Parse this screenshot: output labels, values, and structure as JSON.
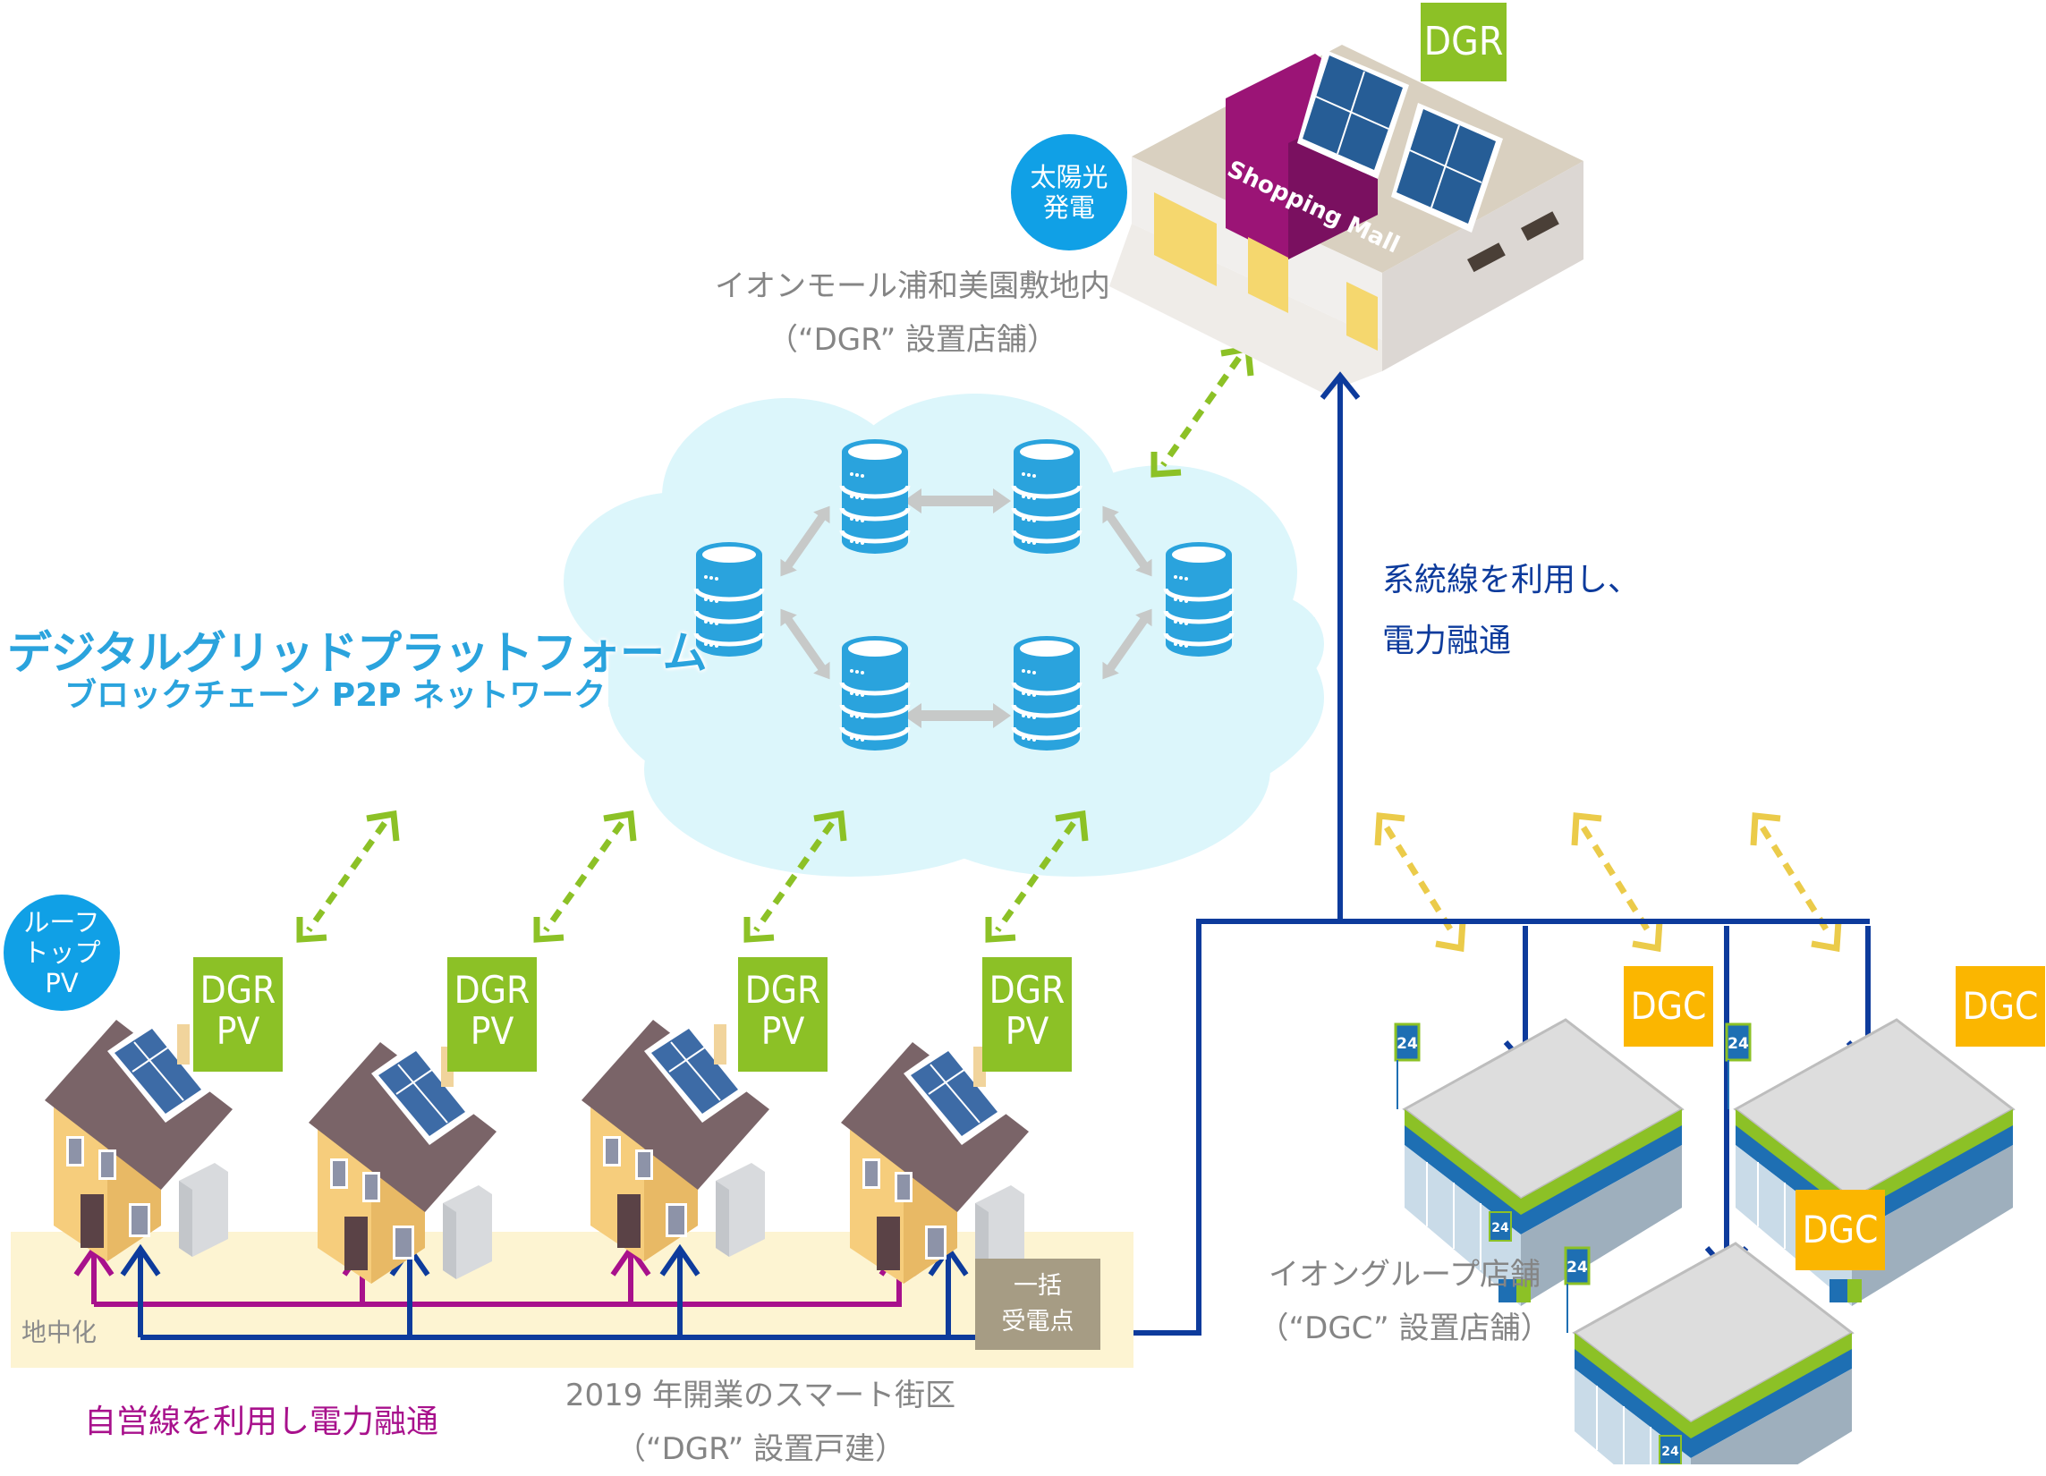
{
  "diagram": {
    "platform": {
      "title": "デジタルグリッドプラットフォーム",
      "subtitle": "ブロックチェーン P2P ネットワーク",
      "nodes": 6
    },
    "mall": {
      "badge": "DGR",
      "sign": "Shopping Mall",
      "solar_circle": [
        "太陽光",
        "発電"
      ],
      "caption_line1": "イオンモール浦和美園敷地内",
      "caption_line2": "（“DGR” 設置店舗）"
    },
    "grid_link": {
      "line1": "系統線を利用し、",
      "line2": "電力融通"
    },
    "houses": {
      "circle": [
        "ルーフ",
        "トップ",
        "PV"
      ],
      "badges": [
        {
          "line1": "DGR",
          "line2": "PV"
        },
        {
          "line1": "DGR",
          "line2": "PV"
        },
        {
          "line1": "DGR",
          "line2": "PV"
        },
        {
          "line1": "DGR",
          "line2": "PV"
        }
      ],
      "underground_label": "地中化",
      "receiving_point": [
        "一括",
        "受電点"
      ],
      "self_line_caption": "自営線を利用し電力融通",
      "caption_line1": "2019 年開業のスマート街区",
      "caption_line2": "（“DGR” 設置戸建）"
    },
    "stores": {
      "badges": [
        "DGC",
        "DGC",
        "DGC"
      ],
      "sign": "24",
      "caption_line1": "イオングループ店舗",
      "caption_line2": "（“DGC” 設置店舗）"
    },
    "colors": {
      "platform_blue": "#2aa3dd",
      "cloud": "#dcf6fb",
      "dgr_green": "#8cc126",
      "dgc_orange": "#fbb600",
      "grid_line": "#0d3b9c",
      "self_line": "#a8118c",
      "band": "#fdf4d2",
      "yellow_arrow": "#ebcb4a"
    }
  }
}
